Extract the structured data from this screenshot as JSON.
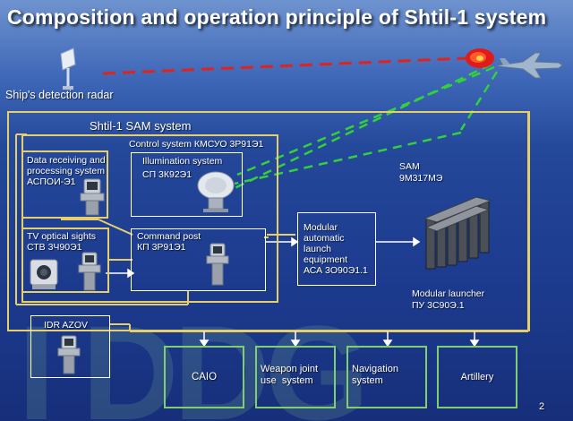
{
  "title": "Composition and operation principle of Shtil-1 system",
  "radar_label": "Ship's detection radar",
  "sam_system_label": "Shtil-1 SAM system",
  "control_system_label": "Control system КМСУО 3Р91Э1",
  "blocks": {
    "data_processing": [
      "Data receiving and",
      "processing system",
      "АСПОИ-Э1"
    ],
    "illumination": [
      "Illumination system",
      "СП 3К92Э1"
    ],
    "tv_sights": [
      "TV optical sights",
      "СТВ 3Ч90Э1"
    ],
    "command_post": [
      "Command post",
      "КП 3Р91Э1"
    ],
    "launch_equipment": [
      "Modular",
      "automatic",
      "launch",
      "equipment",
      "АСА 3О90Э1.1"
    ],
    "sam": [
      "SAM",
      "9M317MЭ"
    ],
    "launcher": [
      "Modular launcher",
      "ПУ 3С90Э.1"
    ],
    "idr": "IDR AZOV"
  },
  "external_systems": {
    "caio": "CAIO",
    "weapon_joint": [
      "Weapon joint",
      "use  system"
    ],
    "navigation": [
      "Navigation",
      "system"
    ],
    "artillery": "Artillery"
  },
  "page_number": "2",
  "colors": {
    "frame": "#e6cf6a",
    "external": "#7fcf6e",
    "radar_beam": "#e0241c",
    "guidance_beam": "#33d13a"
  }
}
